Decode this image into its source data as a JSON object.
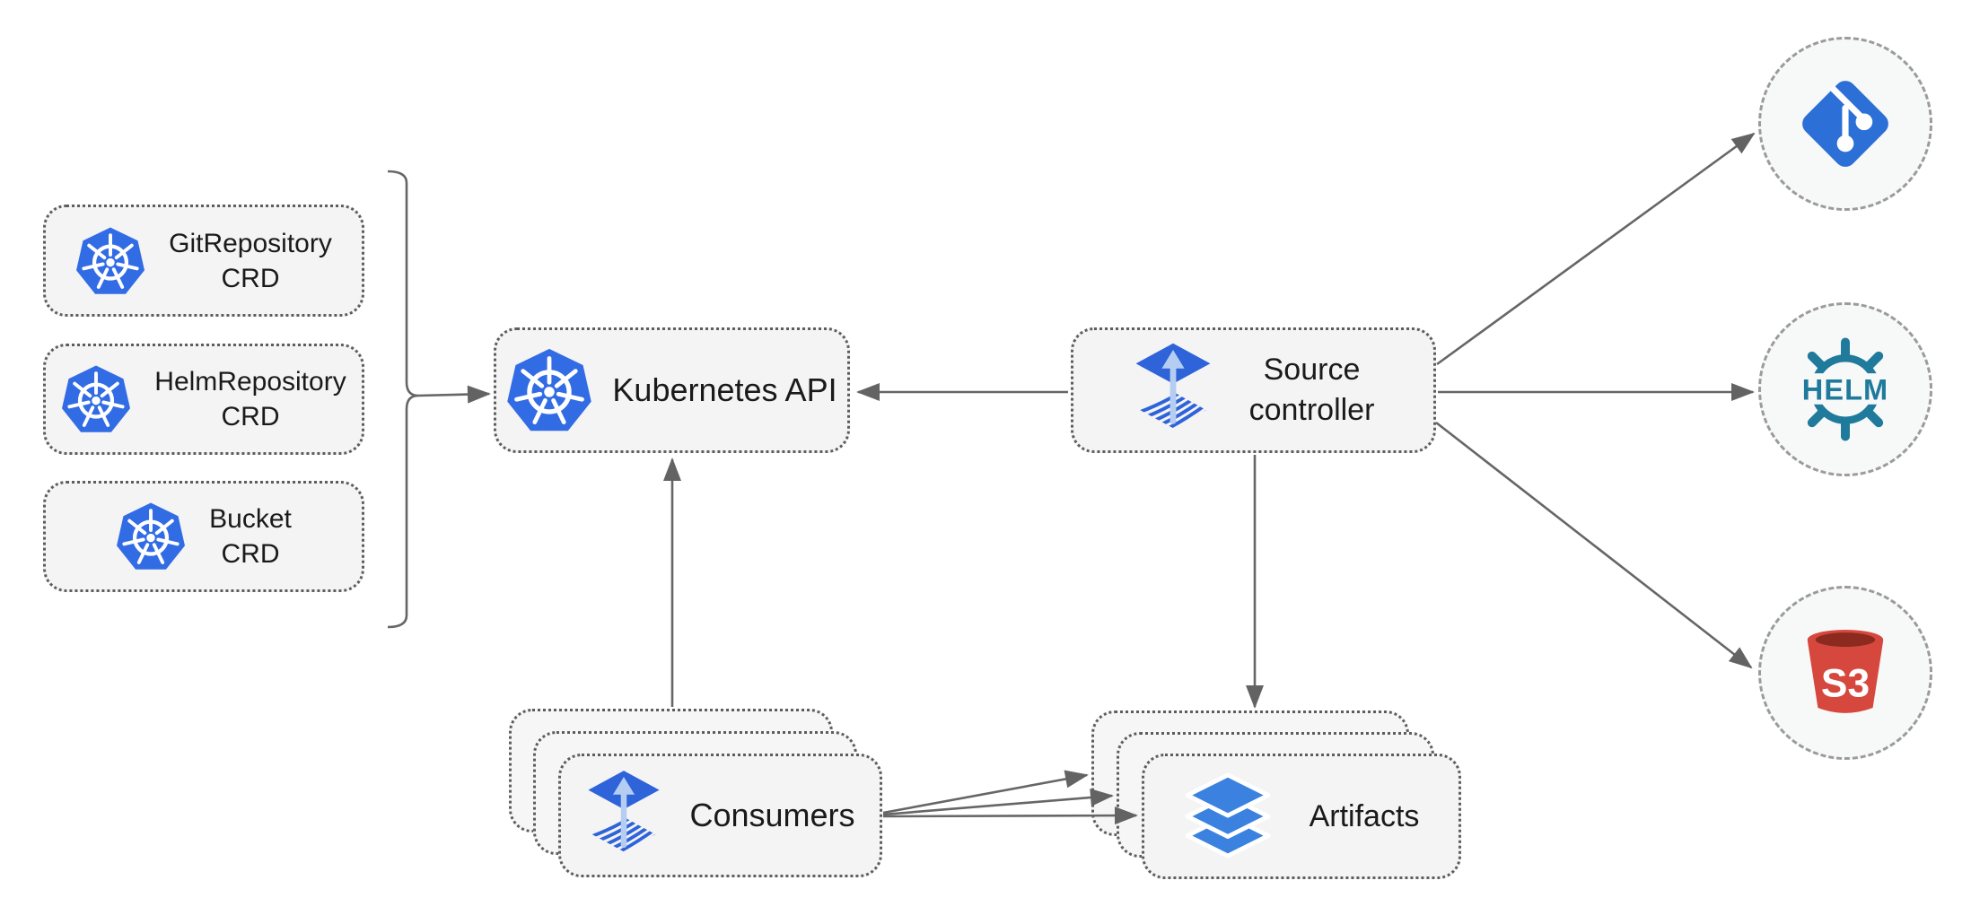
{
  "diagram": {
    "crd_boxes": [
      {
        "line1": "GitRepository",
        "line2": "CRD",
        "icon": "kubernetes-icon"
      },
      {
        "line1": "HelmRepository",
        "line2": "CRD",
        "icon": "kubernetes-icon"
      },
      {
        "line1": "Bucket",
        "line2": "CRD",
        "icon": "kubernetes-icon"
      }
    ],
    "kubernetes_api": {
      "label": "Kubernetes API",
      "icon": "kubernetes-icon"
    },
    "source_controller": {
      "line1": "Source",
      "line2": "controller",
      "icon": "flux-icon"
    },
    "consumers": {
      "label": "Consumers",
      "icon": "flux-icon",
      "stack_count": 3
    },
    "artifacts": {
      "label": "Artifacts",
      "icon": "layers-icon",
      "stack_count": 3
    },
    "external_sources": {
      "git": {
        "icon": "git-icon"
      },
      "helm": {
        "icon": "helm-icon",
        "label": "HELM"
      },
      "s3": {
        "icon": "s3-bucket-icon",
        "label": "S3"
      }
    },
    "connections": [
      {
        "from": "crd-group",
        "to": "kubernetes-api",
        "style": "arrow"
      },
      {
        "from": "source-controller",
        "to": "kubernetes-api",
        "style": "arrow"
      },
      {
        "from": "consumers",
        "to": "kubernetes-api",
        "style": "arrow"
      },
      {
        "from": "source-controller",
        "to": "artifacts",
        "style": "arrow"
      },
      {
        "from": "source-controller",
        "to": "git",
        "style": "arrow"
      },
      {
        "from": "source-controller",
        "to": "helm",
        "style": "arrow"
      },
      {
        "from": "source-controller",
        "to": "s3",
        "style": "arrow"
      },
      {
        "from": "consumers",
        "to": "artifacts",
        "style": "arrow",
        "count": 3
      }
    ],
    "colors": {
      "background": "#ffffff",
      "box_fill": "#f4f4f5",
      "box_border": "#5d5d5d",
      "circle_border": "#9b9b9b",
      "arrow": "#666666",
      "kubernetes_blue": "#326ce5",
      "flux_blue": "#2e63d9",
      "flux_arrow_light": "#b5cdf1",
      "layers_blue": "#3b82e0",
      "git_blue": "#2b6fd7",
      "helm_teal": "#1f7a9c",
      "s3_red": "#d6473d",
      "s3_dark_red": "#8c2a1f",
      "text": "#1a1a1a"
    }
  }
}
